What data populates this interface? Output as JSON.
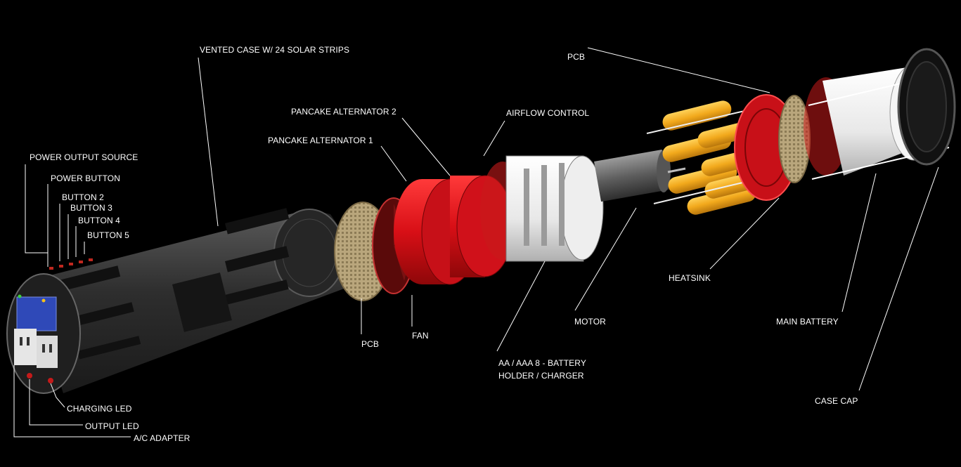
{
  "labels": {
    "power_output_source": "POWER OUTPUT SOURCE",
    "power_button": "POWER BUTTON",
    "button_2": "BUTTON 2",
    "button_3": "BUTTON 3",
    "button_4": "BUTTON 4",
    "button_5": "BUTTON 5",
    "vented_case": "VENTED CASE W/ 24 SOLAR STRIPS",
    "pancake_alternator_2": "PANCAKE ALTERNATOR 2",
    "pancake_alternator_1": "PANCAKE ALTERNATOR 1",
    "airflow_control": "AIRFLOW CONTROL",
    "pcb_top": "PCB",
    "pcb_bottom": "PCB",
    "fan": "FAN",
    "motor": "MOTOR",
    "battery_holder_line1": "AA / AAA  8 - BATTERY",
    "battery_holder_line2": "HOLDER / CHARGER",
    "heatsink": "HEATSINK",
    "main_battery": "MAIN BATTERY",
    "case_cap": "CASE CAP",
    "charging_led": "CHARGING LED",
    "output_led": "OUTPUT LED",
    "ac_adapter": "A/C ADAPTER"
  },
  "colors": {
    "background": "#000000",
    "label": "#ffffff",
    "alternator_red": "#e8141b",
    "battery_orange": "#f2a91c",
    "case_gray": "#3a3a3a",
    "pcb_tan": "#b8a57a",
    "main_battery_white": "#f2f2f2",
    "screen_blue": "#2f49b8"
  }
}
